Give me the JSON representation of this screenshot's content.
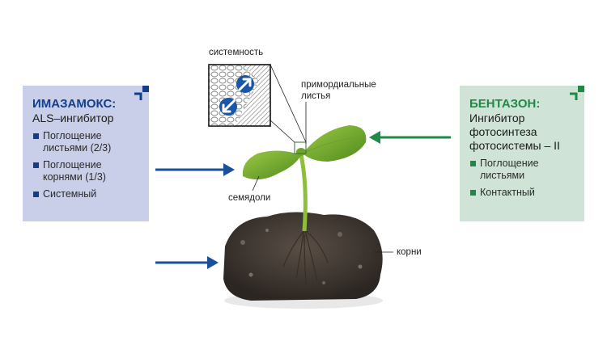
{
  "labels": {
    "systemic": "системность",
    "primordial": "примордиальные листья",
    "cotyledons": "семядоли",
    "roots": "корни"
  },
  "left_card": {
    "title": "ИМАЗАМОКС:",
    "subtitle": "ALS–ингибитор",
    "items": [
      "Поглощение листьями (2/3)",
      "Поглощение корнями (1/3)",
      "Системный"
    ]
  },
  "right_card": {
    "title": "БЕНТАЗОН:",
    "subtitle": "Ингибитор фотосинтеза фотосистемы – II",
    "items": [
      "Поглощение листьями",
      "Контактный"
    ]
  },
  "colors": {
    "blue_accent": "#123f8c",
    "green_accent": "#1f8a48",
    "left_card_bg": "#c9cfe8",
    "right_card_bg": "#cfe4d7"
  },
  "icons": {
    "corner": "corner-bracket-icon",
    "arrow": "arrow-right-icon",
    "flow": "circular-arrow-icon"
  }
}
